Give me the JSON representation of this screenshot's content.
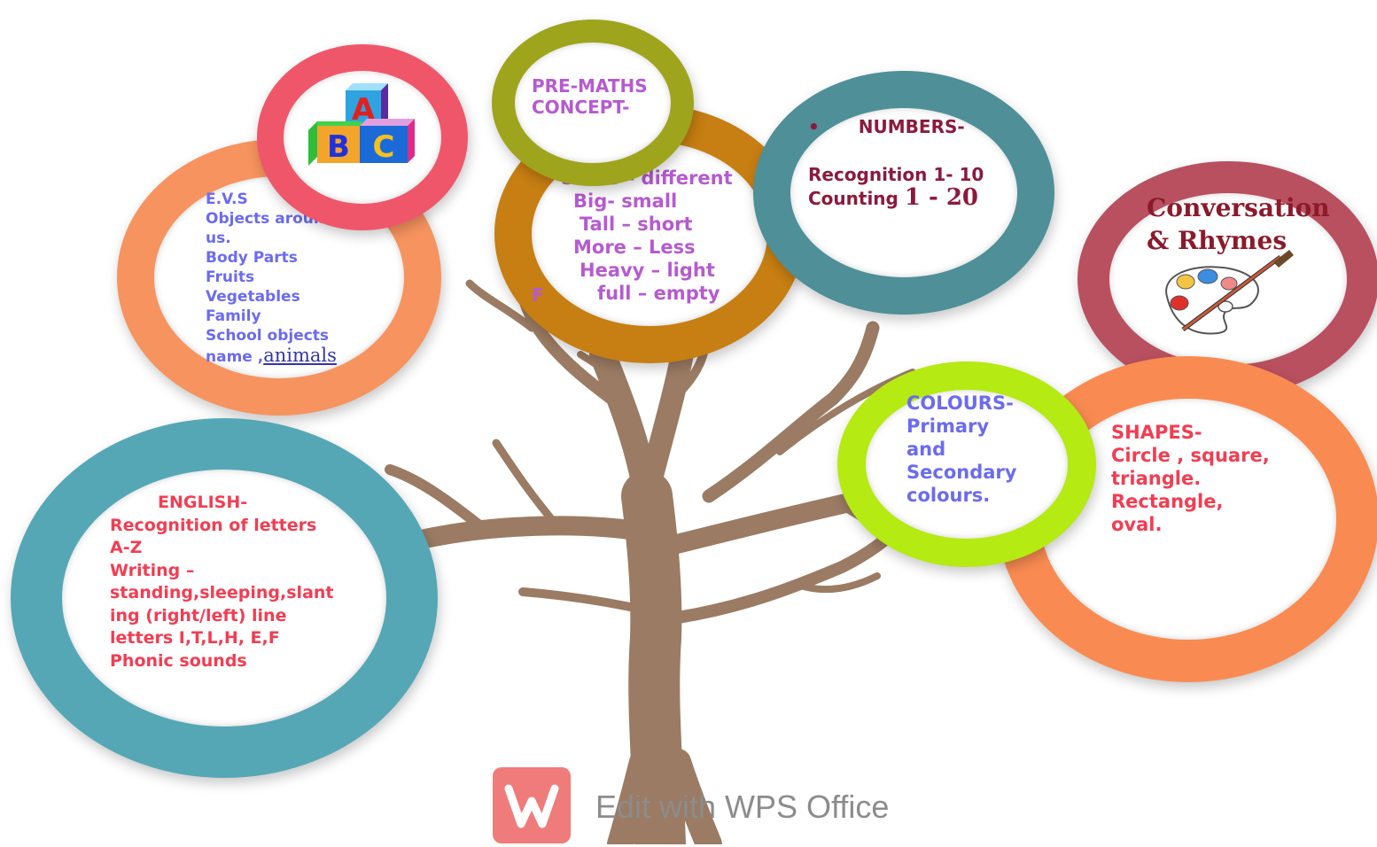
{
  "evs": {
    "lines": [
      "E.V.S",
      "Objects around",
      "us.",
      "Body Parts",
      "Fruits",
      "Vegetables",
      "Family",
      "School objects"
    ],
    "last_prefix": "name ,",
    "last_word": "animals"
  },
  "abc_blocks": {
    "a": "A",
    "b": "B",
    "c": "C"
  },
  "pre_maths": {
    "lines": [
      "PRE-MATHS",
      "CONCEPT-"
    ]
  },
  "concepts": {
    "lines": [
      "Same – different",
      "Big- small",
      "Tall – short",
      "More – Less",
      "Heavy – light",
      "full – empty"
    ],
    "stray": "F"
  },
  "numbers": {
    "bullet": "•",
    "title": "NUMBERS-",
    "recognition": "Recognition 1- 10",
    "counting_label": "Counting",
    "counting_range": "1 - 20"
  },
  "conversation": {
    "lines": [
      "Conversation",
      "& Rhymes"
    ]
  },
  "colours": {
    "lines": [
      "COLOURS-",
      "Primary",
      "and",
      "Secondary",
      "colours."
    ]
  },
  "shapes": {
    "lines": [
      "SHAPES-",
      "Circle , square,",
      "triangle.",
      "Rectangle,",
      "oval."
    ]
  },
  "english": {
    "title": "ENGLISH-",
    "lines": [
      " Recognition of letters",
      "A-Z",
      " Writing –",
      "standing,sleeping,slant",
      "ing (right/left) line",
      "letters I,T,L,H, E,F",
      "Phonic sounds"
    ]
  },
  "watermark": {
    "logo": "W",
    "text": "Edit with WPS Office"
  },
  "colors": {
    "trunk": "#9b7b63",
    "evs_ring": "#f7935f",
    "abc_ring": "#f0566a",
    "pre_ring": "#9fa41d",
    "concept_ring": "#c77e12",
    "numbers_ring": "#4e8f98",
    "conv_ring": "#b9505f",
    "colours_ring": "#b5ea12",
    "shapes_ring": "#f98b52",
    "english_ring": "#55a7b6"
  }
}
